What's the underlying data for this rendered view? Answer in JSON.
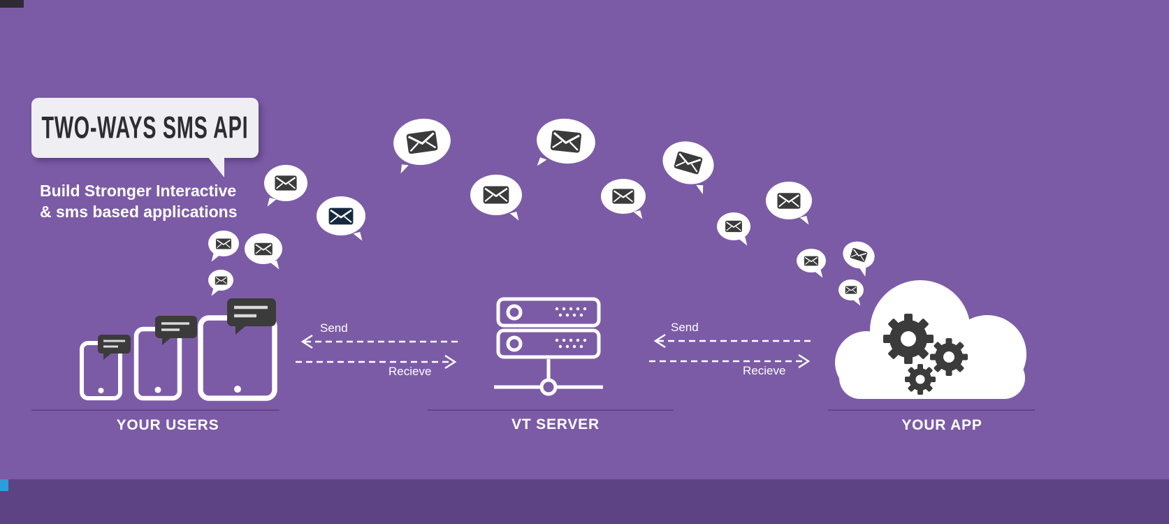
{
  "title_card": {
    "title": "TWO-WAYS SMS API"
  },
  "tagline": {
    "line1": "Build Stronger Interactive",
    "line2": "& sms based applications"
  },
  "nodes": {
    "users": {
      "label": "YOUR USERS"
    },
    "server": {
      "label": "VT SERVER"
    },
    "app": {
      "label": "YOUR APP"
    }
  },
  "flows": {
    "users_server": {
      "send_label": "Send",
      "receive_label": "Recieve"
    },
    "server_app": {
      "send_label": "Send",
      "receive_label": "Recieve"
    }
  },
  "colors": {
    "background": "#7b5ba6",
    "footer_bar": "#5d4383",
    "accent_blue": "#2d9cdb",
    "card_bg": "#efeef3",
    "icon_dark": "#3b3b3b",
    "envelope_navy": "#14293e",
    "white": "#ffffff"
  },
  "icons": {
    "envelope": "envelope-icon",
    "sms_bubble": "speech-bubble-icon",
    "chat": "chat-bubble-icon",
    "phone": "smartphone-icon",
    "server": "server-rack-icon",
    "cloud": "cloud-icon",
    "gear": "gear-icon"
  }
}
